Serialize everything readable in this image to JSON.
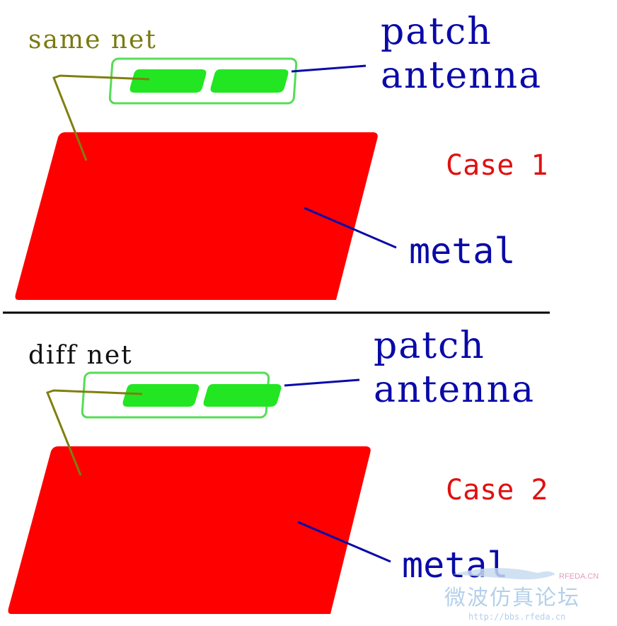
{
  "colors": {
    "metal": "#ff0000",
    "patch_fill": "#22e622",
    "patch_outline": "#55dd55",
    "net_text": "#7a7a10",
    "net_line": "#7f7f10",
    "label_blue": "#0a0aa8",
    "case_red": "#e01010",
    "divider": "#000000",
    "watermark": "#a8c8e8"
  },
  "case1": {
    "net_label": "same net",
    "antenna_line1": "patch",
    "antenna_line2": "antenna",
    "case_label": "Case 1",
    "metal_label": "metal"
  },
  "case2": {
    "net_label": "diff net",
    "antenna_line1": "patch",
    "antenna_line2": "antenna",
    "case_label": "Case 2",
    "metal_label": "metal"
  },
  "watermark": {
    "brand": "RFEDA.CN",
    "cn_title": "微波仿真论坛",
    "url": "http://bbs.rfeda.cn"
  }
}
